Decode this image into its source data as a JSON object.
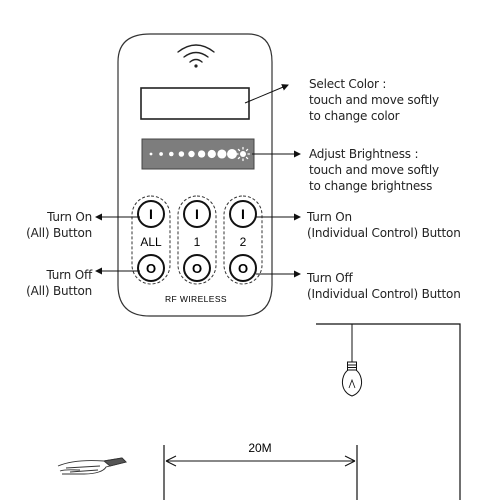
{
  "remote": {
    "brand": "RF WIRELESS",
    "zones": [
      {
        "id": "all",
        "on_symbol": "I",
        "label": "ALL",
        "off_symbol": "O"
      },
      {
        "id": "1",
        "on_symbol": "I",
        "label": "1",
        "off_symbol": "O"
      },
      {
        "id": "2",
        "on_symbol": "I",
        "label": "2",
        "off_symbol": "O"
      }
    ],
    "brightness_dot_count": 9
  },
  "annotations": {
    "select_color": {
      "line1": "Select Color :",
      "line2": "touch and move softly",
      "line3": "to change color"
    },
    "adjust_brightness": {
      "line1": "Adjust Brightness :",
      "line2": "touch and move softly",
      "line3": "to change brightness"
    },
    "turn_on_all": {
      "line1": "Turn On",
      "line2": "(All) Button"
    },
    "turn_off_all": {
      "line1": "Turn Off",
      "line2": "(All) Button"
    },
    "turn_on_individual": {
      "line1": "Turn On",
      "line2": "(Individual Control) Button"
    },
    "turn_off_individual": {
      "line1": "Turn Off",
      "line2": "(Individual Control) Button"
    }
  },
  "distance": {
    "label": "20M"
  }
}
